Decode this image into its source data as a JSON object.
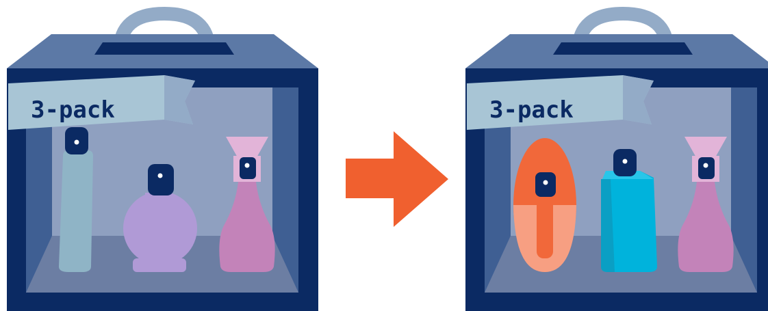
{
  "packs": [
    {
      "label": "3-pack",
      "state": "before",
      "bottles": [
        {
          "name": "tall-bottle",
          "color": "#8fb4c6"
        },
        {
          "name": "round-bottle",
          "color": "#b09ad6"
        },
        {
          "name": "spray-bottle",
          "color": "#c383b9"
        }
      ]
    },
    {
      "label": "3-pack",
      "state": "after",
      "bottles": [
        {
          "name": "oval-bottle",
          "color": "#f1683a"
        },
        {
          "name": "cyan-bottle",
          "color": "#00b3dc"
        },
        {
          "name": "spray-bottle",
          "color": "#c383b9"
        }
      ]
    }
  ],
  "arrow": {
    "direction": "right",
    "color": "#f0602f"
  },
  "colors": {
    "box_frame": "#0b2a63",
    "box_top": "#5c79a6",
    "box_side": "#3f5f93",
    "box_window": "#8fa0c0",
    "box_floor": "#6c7ea3",
    "handle": "#93abc7",
    "ribbon": "#a8c5d5"
  }
}
